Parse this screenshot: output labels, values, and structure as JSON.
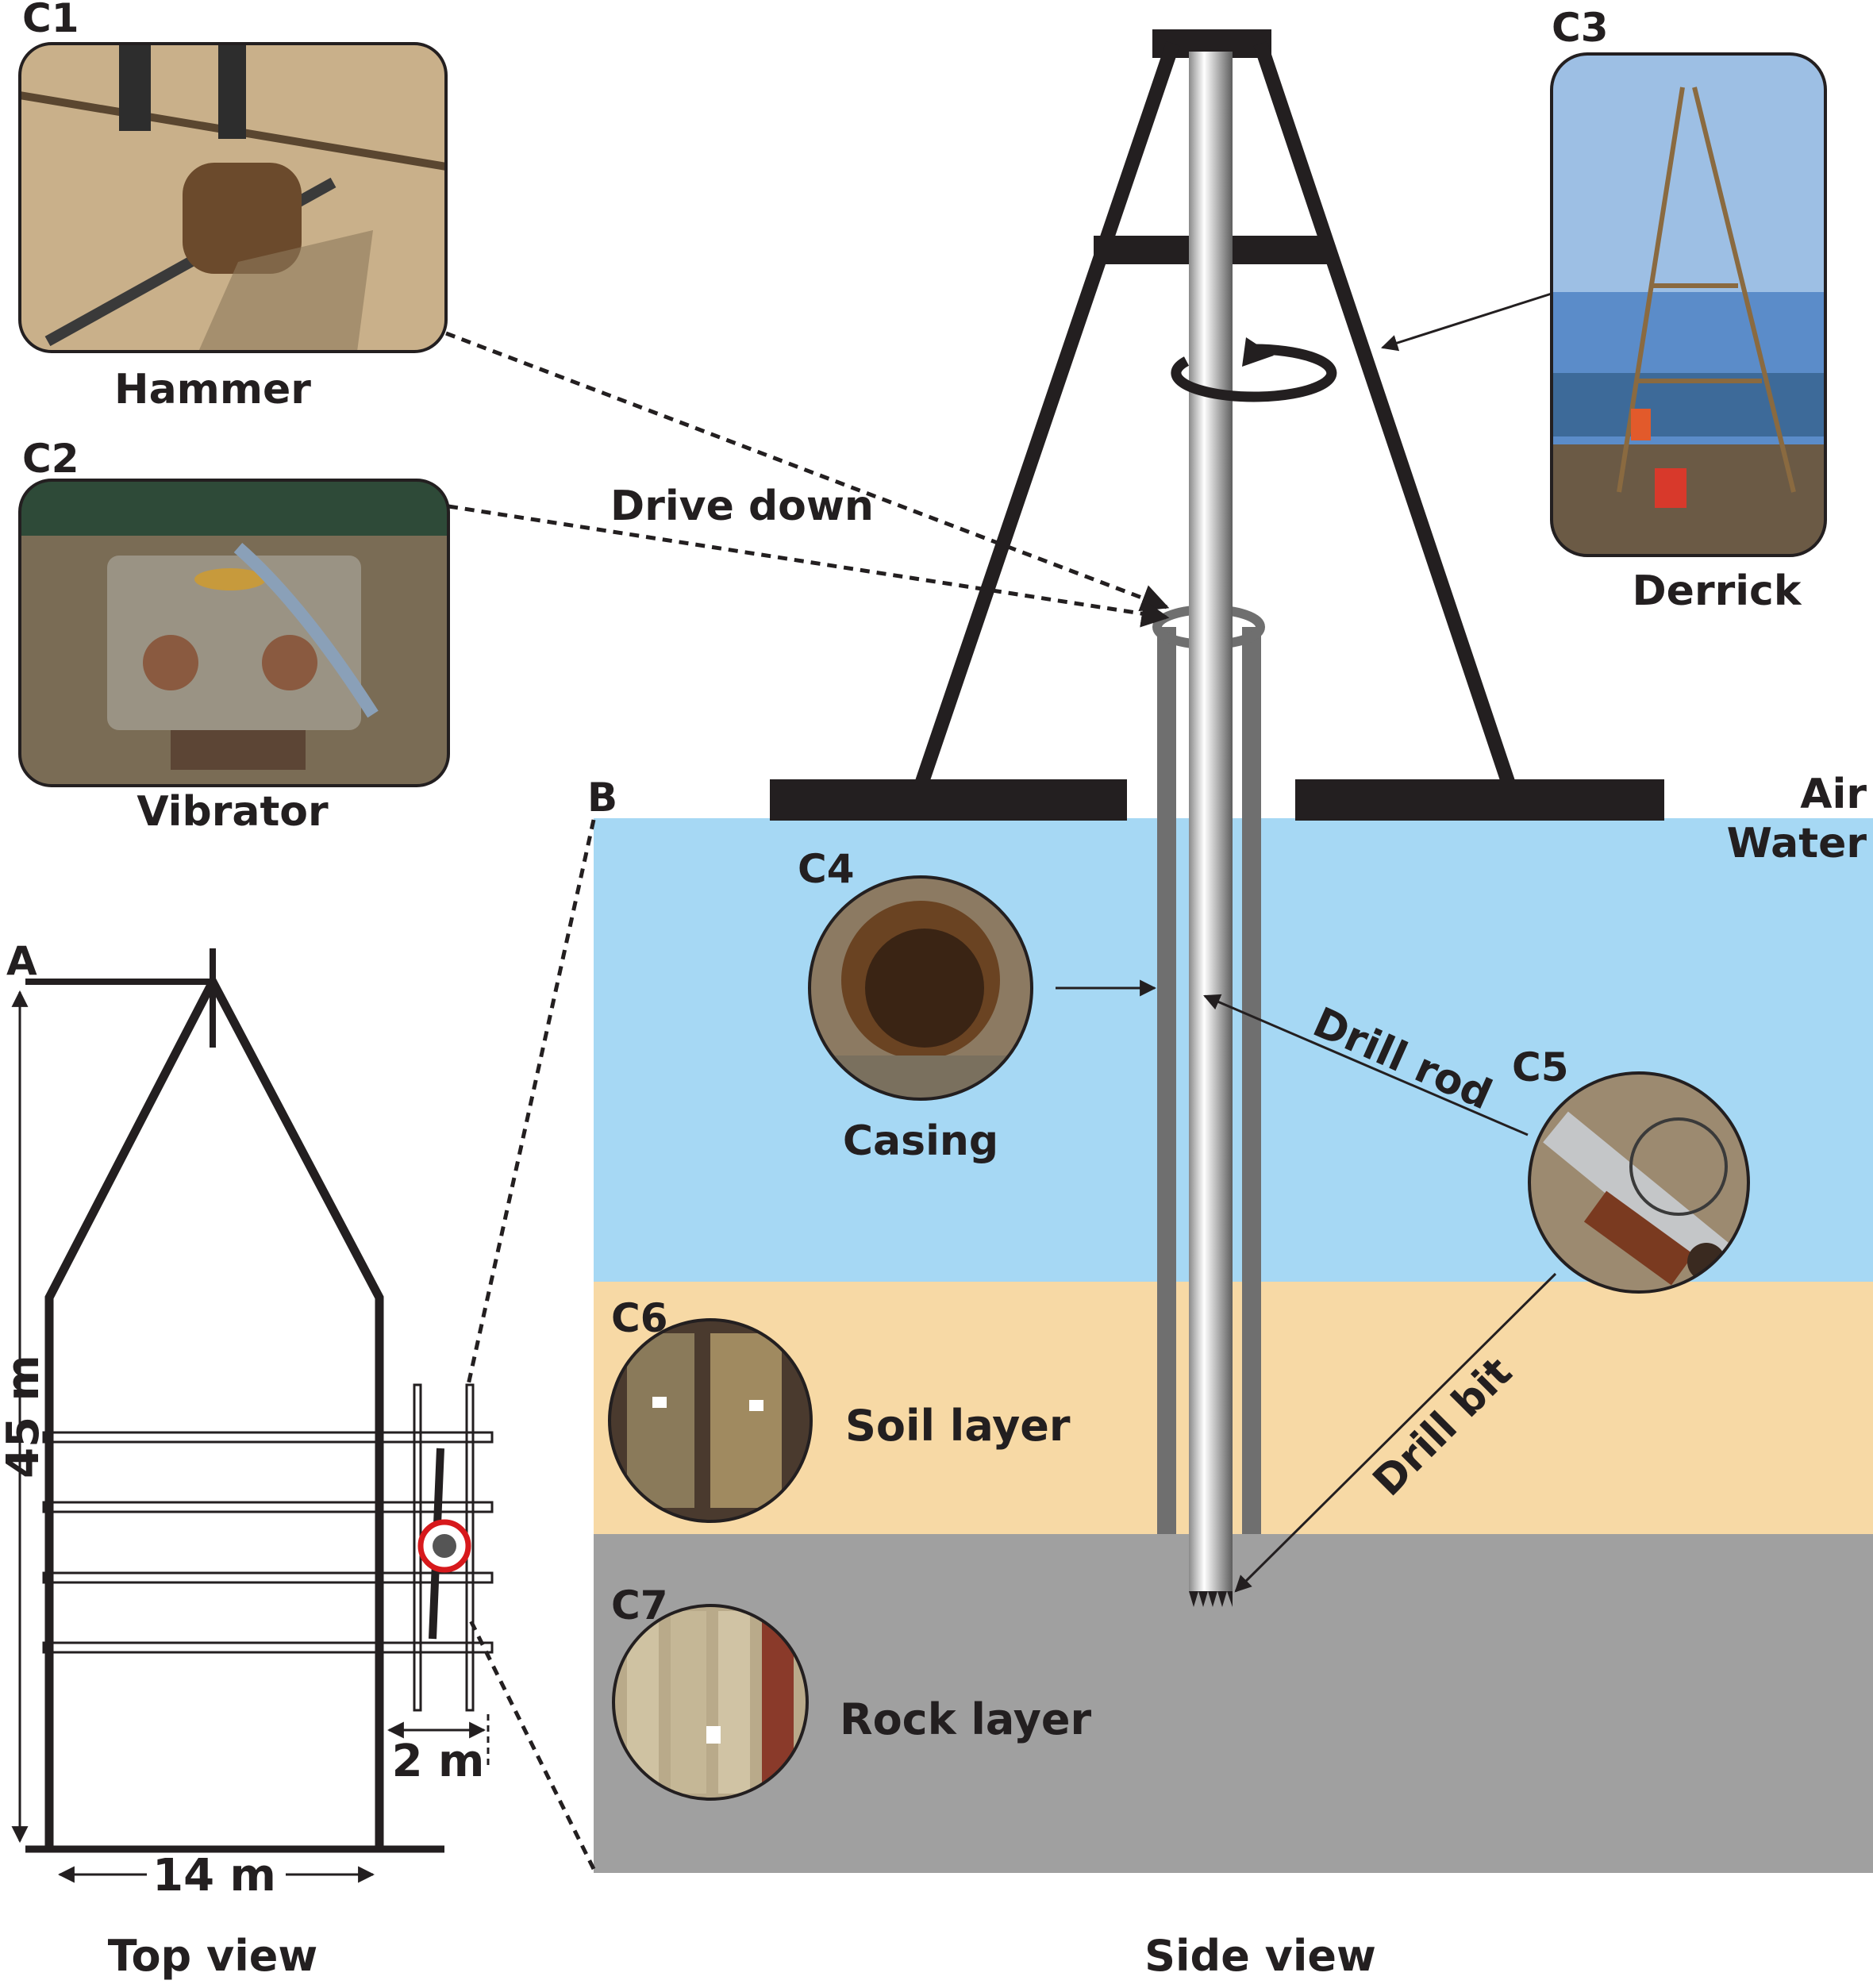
{
  "panels": {
    "a": "A",
    "b": "B"
  },
  "photos": {
    "c1": {
      "id": "C1",
      "caption": "Hammer"
    },
    "c2": {
      "id": "C2",
      "caption": "Vibrator"
    },
    "c3": {
      "id": "C3",
      "caption": "Derrick"
    },
    "c4": {
      "id": "C4",
      "caption": "Casing"
    },
    "c5": {
      "id": "C5"
    },
    "c6": {
      "id": "C6"
    },
    "c7": {
      "id": "C7"
    }
  },
  "labels": {
    "drive_down": "Drive down",
    "drill_rod": "Drill rod",
    "drill_bit": "Drill bit",
    "soil_layer": "Soil layer",
    "rock_layer": "Rock layer",
    "air": "Air",
    "water": "Water"
  },
  "dimensions": {
    "length": "45 m",
    "width": "14 m",
    "offset": "2 m"
  },
  "views": {
    "top": "Top view",
    "side": "Side view"
  },
  "colors": {
    "water": "#a6d8f4",
    "soil": "#f7d9a5",
    "rock": "#a0a0a0",
    "frame": "#231f20",
    "marker": "#d7191c"
  }
}
